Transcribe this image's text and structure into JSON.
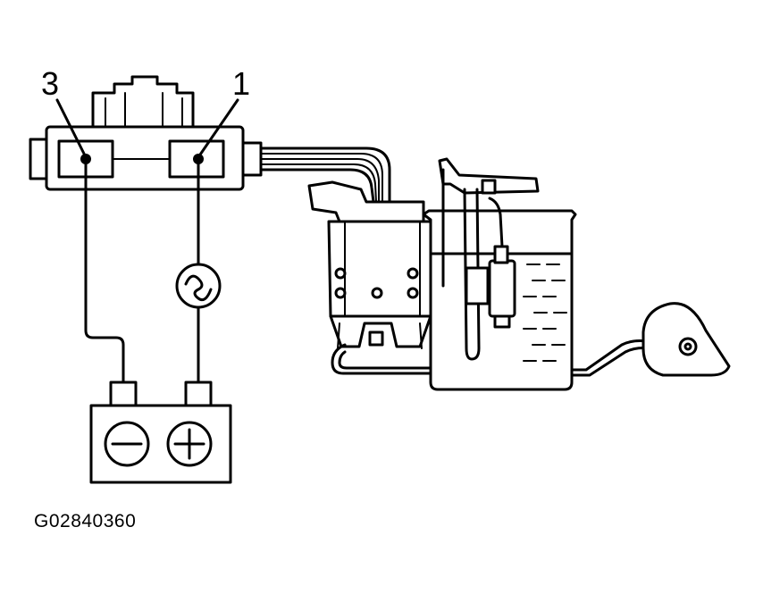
{
  "labels": {
    "pin_left": "3",
    "pin_right": "1"
  },
  "figure_id": "G02840360",
  "battery": {
    "negative_icon": "minus-icon",
    "positive_icon": "plus-icon"
  },
  "lamp_icon": "test-lamp-icon"
}
